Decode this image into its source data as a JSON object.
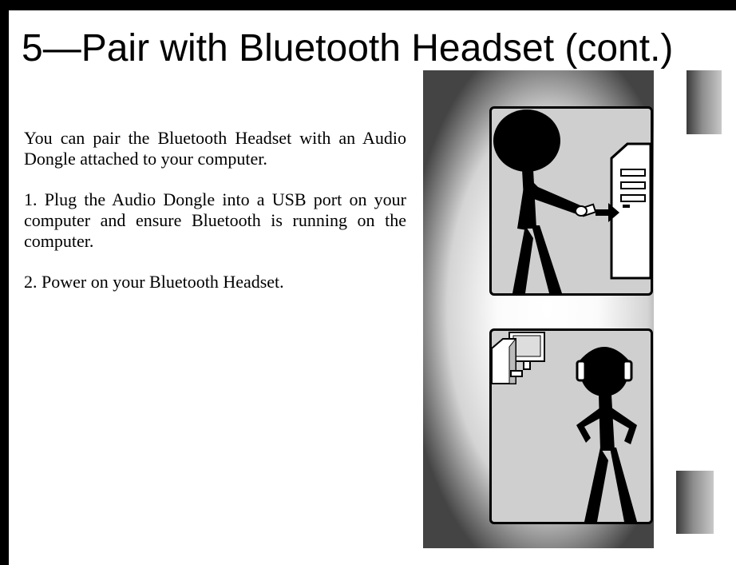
{
  "slide": {
    "title": "5—Pair with Bluetooth Headset (cont.)",
    "paragraphs": [
      "You can pair the Bluetooth Headset with an Audio Dongle attached to your computer.",
      "1.  Plug the Audio Dongle into a USB port on your computer and ensure Bluetooth is running on the computer.",
      "2.  Power on your Bluetooth Headset."
    ]
  },
  "illustrations": {
    "top_panel": "person-plugging-dongle-into-computer",
    "bottom_panel": "person-wearing-headset-near-computer"
  }
}
